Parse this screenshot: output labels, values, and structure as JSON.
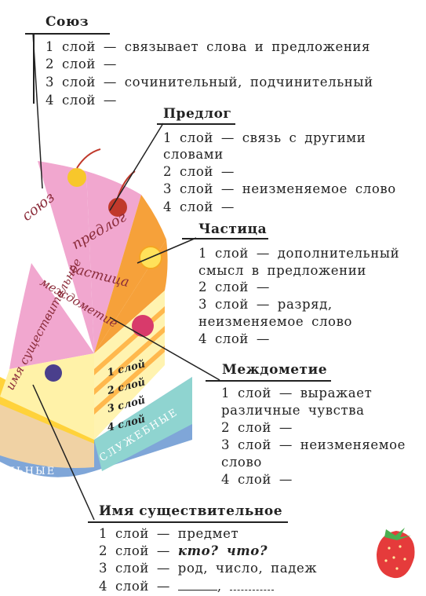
{
  "cake": {
    "slice_labels": [
      "союз",
      "предлог",
      "частица",
      "междометие",
      "имя существительное"
    ],
    "layers": [
      "1 слой",
      "2 слой",
      "3 слой",
      "4 слой"
    ],
    "base_left": "ЛЬНЫЕ",
    "base_right": "СЛУЖЕБНЫЕ"
  },
  "sections": {
    "soyuz": {
      "title": "Союз",
      "lines": [
        "1 слой — связывает слова и предложения",
        "2 слой —",
        "3 слой — сочинительный, подчинительный",
        "4 слой —"
      ]
    },
    "predlog": {
      "title": "Предлог",
      "lines": [
        "1 слой — связь с другими",
        "словами",
        "2 слой —",
        "3 слой — неизменяемое слово",
        "4 слой —"
      ]
    },
    "chastitsa": {
      "title": "Частица",
      "lines": [
        "1 слой — дополнительный",
        "смысл в предложении",
        "2 слой —",
        "3 слой — разряд,",
        "неизменяемое слово",
        "4 слой —"
      ]
    },
    "mezhdometie": {
      "title": "Междометие",
      "lines": [
        "1 слой — выражает",
        "различные чувства",
        "2 слой —",
        "3 слой — неизменяемое",
        "слово",
        "4 слой —"
      ]
    },
    "imya": {
      "title": "Имя существительное",
      "lines": [
        "1 слой — предмет"
      ],
      "line2_prefix": "2 слой —",
      "line2_question": "кто? что?",
      "lines_after": [
        "3 слой — род, число, падеж"
      ],
      "line4_prefix": "4 слой —",
      "line4_comma": ","
    }
  }
}
